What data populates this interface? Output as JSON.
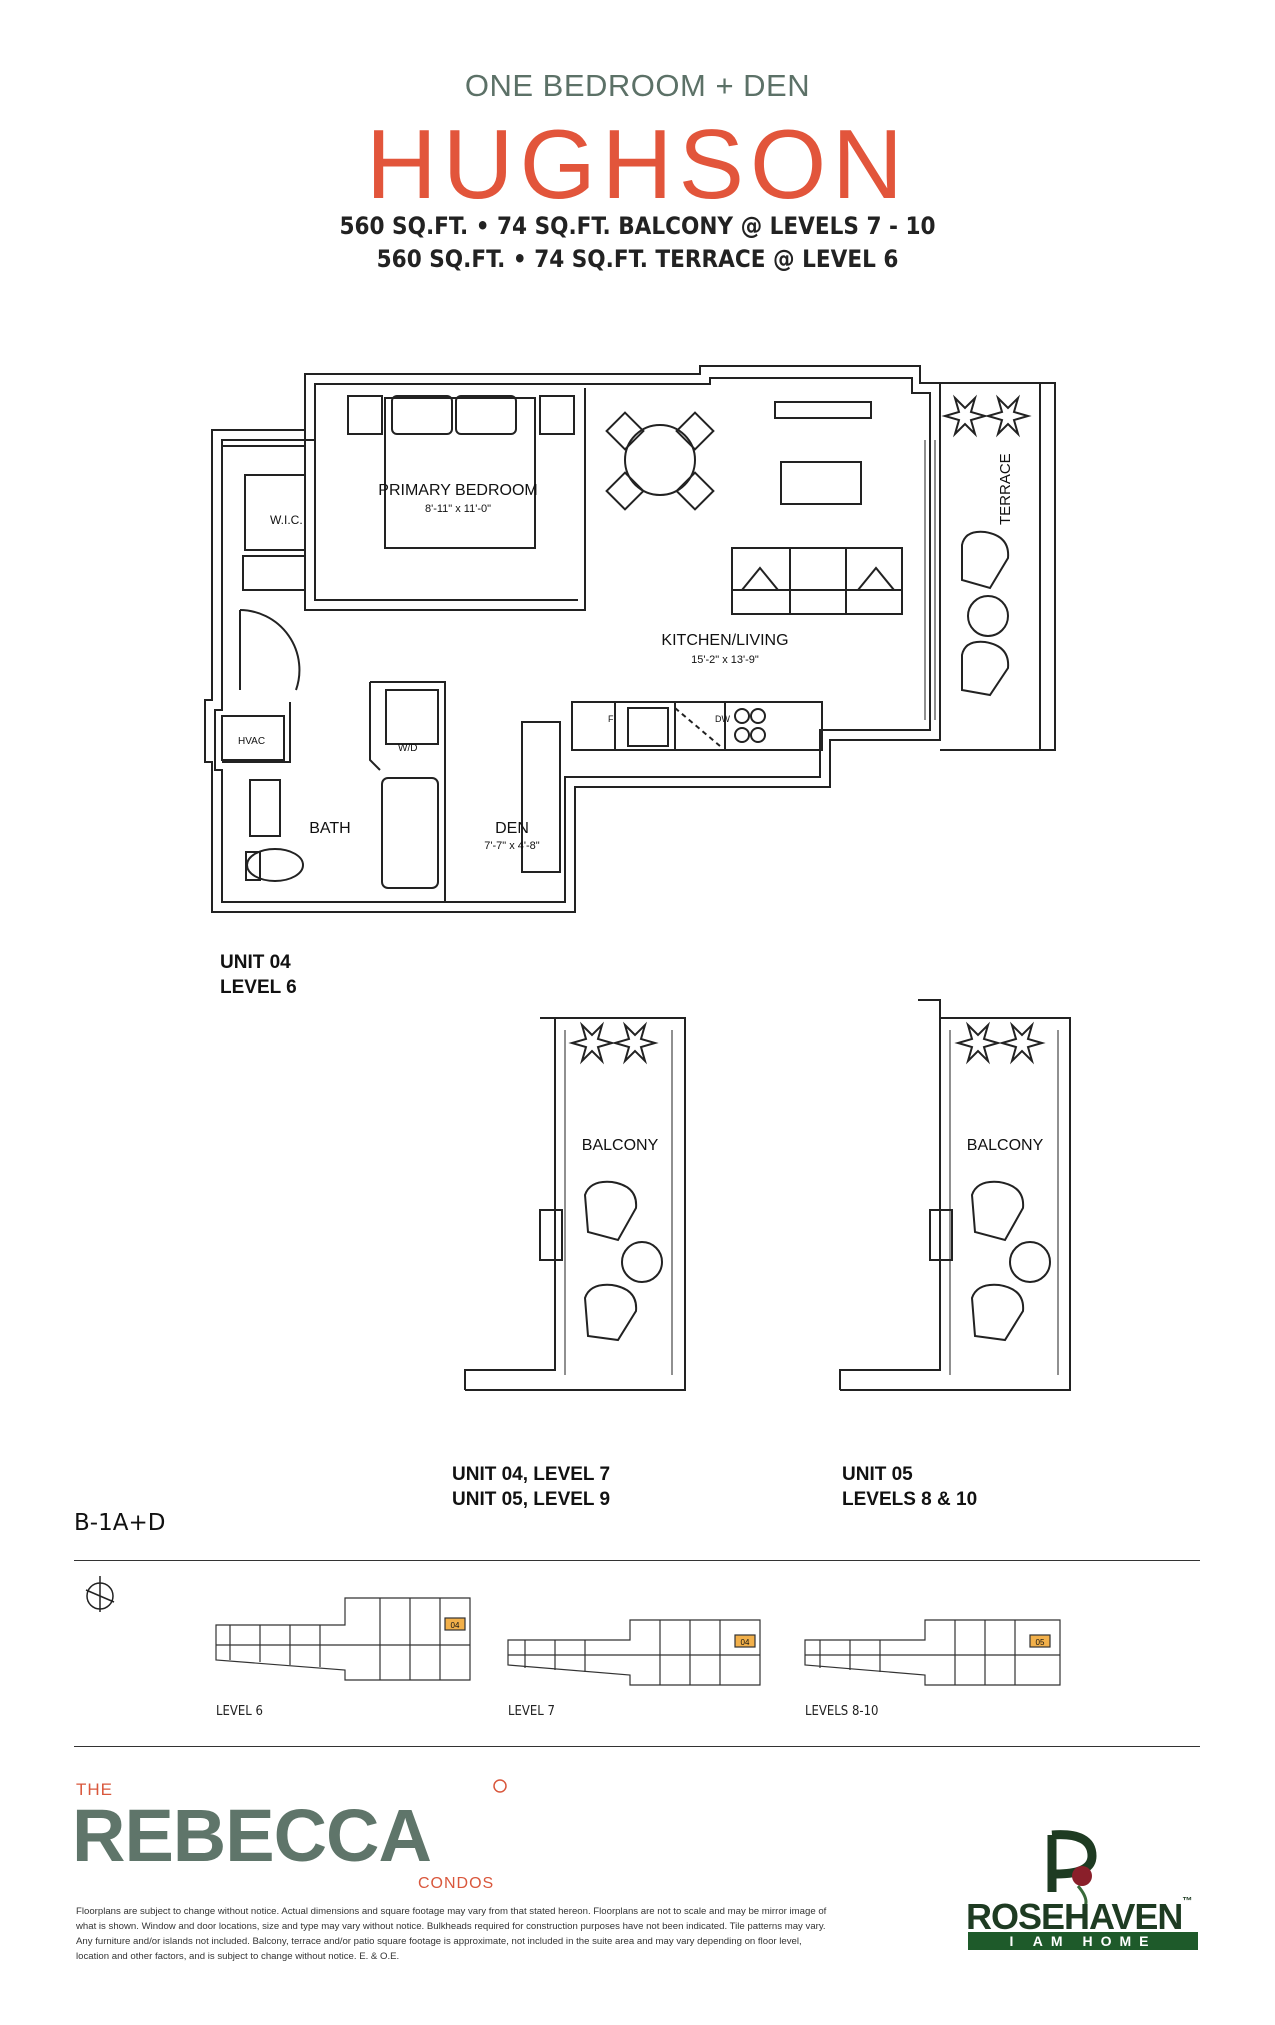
{
  "header": {
    "subtitle": "ONE BEDROOM + DEN",
    "suite_name": "HUGHSON",
    "area_line_1": "560 SQ.FT. • 74 SQ.FT. BALCONY @ LEVELS 7 - 10",
    "area_line_2": "560 SQ.FT. • 74 SQ.FT. TERRACE @ LEVEL 6"
  },
  "main_plan": {
    "rooms": {
      "primary_bedroom": "PRIMARY BEDROOM",
      "primary_bedroom_dim": "8'-11\" x 11'-0\"",
      "wic": "W.I.C.",
      "kitchen_living": "KITCHEN/LIVING",
      "kitchen_living_dim": "15'-2\" x 13'-9\"",
      "terrace": "TERRACE",
      "hvac": "HVAC",
      "wd": "W/D",
      "bath": "BATH",
      "den": "DEN",
      "den_dim": "7'-7\" x 4'-8\"",
      "fridge": "F",
      "dishwasher": "DW"
    },
    "caption_line_1": "UNIT 04",
    "caption_line_2": "LEVEL 6"
  },
  "balconies": [
    {
      "label": "BALCONY",
      "caption_line_1": "UNIT 04, LEVEL 7",
      "caption_line_2": "UNIT 05, LEVEL 9"
    },
    {
      "label": "BALCONY",
      "caption_line_1": "UNIT 05",
      "caption_line_2": "LEVELS 8 & 10"
    }
  ],
  "plan_code": "B-1A+D",
  "key_plans": [
    {
      "label": "LEVEL 6",
      "unit_tag": "04"
    },
    {
      "label": "LEVEL 7",
      "unit_tag": "04"
    },
    {
      "label": "LEVELS 8-10",
      "unit_tag": "05"
    }
  ],
  "branding": {
    "the": "THE",
    "rebecca": "REBECCA",
    "condos": "CONDOS",
    "developer": "ROSEHAVEN",
    "developer_tagline": "I AM HOME",
    "developer_tm": "™"
  },
  "disclaimer": "Floorplans are subject to change without notice. Actual dimensions and square footage may vary from that stated hereon. Floorplans are not to scale and may be mirror image of what is shown. Window and door locations, size and type may vary without notice. Bulkheads required for construction purposes have not been indicated. Tile patterns may vary. Any furniture and/or islands not included. Balcony, terrace and/or patio square footage is approximate, not included in the suite area and may vary depending on floor level, location and other factors, and is subject to change without notice. E. & O.E.",
  "colors": {
    "brand_orange": "#e2553b",
    "brand_green": "#5f756a",
    "developer_green": "#1e5a2a",
    "unit_highlight": "#f2b04a"
  }
}
